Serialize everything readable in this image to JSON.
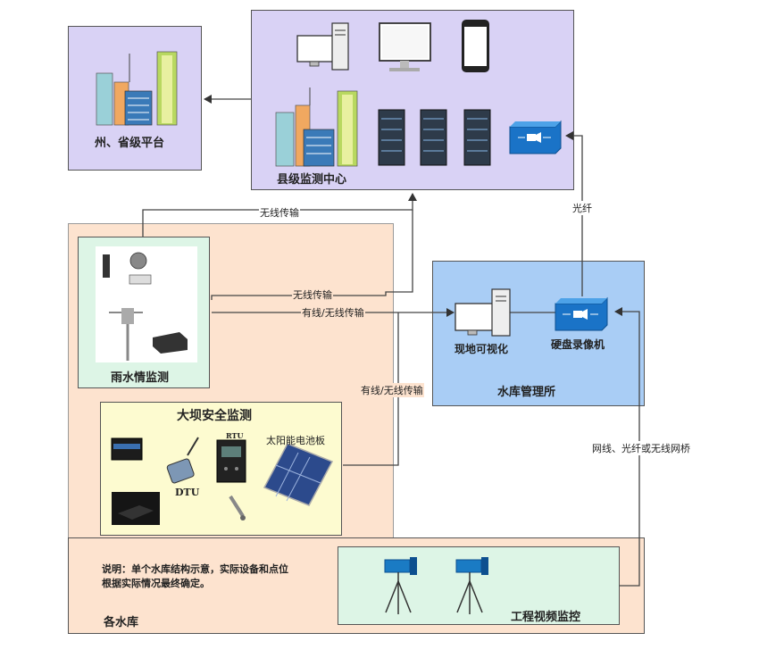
{
  "provincial": {
    "label": "州、省级平台"
  },
  "county": {
    "label": "县级监测中心"
  },
  "reservoirs": {
    "label": "各水库"
  },
  "rain": {
    "label": "雨水情监测"
  },
  "dam": {
    "label": "大坝安全监测",
    "dtu_label": "DTU",
    "rtu_label": "RTU",
    "solar_label": "太阳能电池板"
  },
  "mgmt": {
    "label": "水库管理所",
    "visual_label": "现地可视化",
    "nvr_label": "硬盘录像机"
  },
  "video": {
    "label": "工程视频监控"
  },
  "note": {
    "line1": "说明：单个水库结构示意，实际设备和点位",
    "line2": "根据实际情况最终确定。"
  },
  "links": {
    "wireless_top": "无线传输",
    "wireless_mid": "无线传输",
    "wired_wireless_1": "有线/无线传输",
    "wired_wireless_2": "有线/无线传输",
    "fiber": "光纤",
    "network": "网线、光纤或无线网桥"
  },
  "colors": {
    "lavender": "#d9d2f5",
    "peach": "#fde3cf",
    "mint": "#ddf5e6",
    "cream": "#fdfbd0",
    "blue": "#a9cdf5"
  }
}
